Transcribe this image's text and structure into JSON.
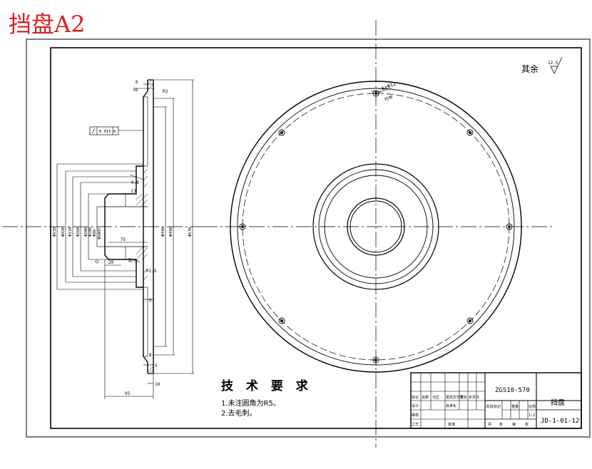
{
  "drawing": {
    "title_overlay": "挡盘A2",
    "roughness_note": "其余",
    "roughness_value": "12.5",
    "tech_requirements": {
      "heading": "技 术 要 求",
      "items": [
        "1.未注圆角为R5。",
        "2.去毛刺。"
      ]
    },
    "title_block": {
      "drawing_code": "ZGS10-570",
      "part_name": "挡盘",
      "drawing_number": "JD-1-01-12",
      "scale": "1:2",
      "header_cells": [
        "标记",
        "处数",
        "分区",
        "更改文件号",
        "签名",
        "年月日"
      ],
      "labels": [
        "设计",
        "标准化",
        "阶段标记",
        "重量",
        "比例",
        "审核",
        "工艺",
        "批准",
        "共",
        "张",
        "第",
        "张"
      ]
    },
    "section_view": {
      "flatness_callout": "0.015 A",
      "dims": {
        "top_width": "6",
        "top_offset": "16",
        "top_fillet": "R3",
        "bore_chamfer": "C1",
        "hub_length": "75",
        "inner_step": "20",
        "hub_angle": "45.5°",
        "right_thk_1": "6",
        "right_thk_2": "8",
        "bottom_thk": "5",
        "bottom_offset": "10",
        "overall_length": "95",
        "small_fillet": "R1.5",
        "fine_mark": "0.8",
        "dia_labels": [
          "Φ530",
          "Φ420",
          "Φ310",
          "Φ260",
          "Φ200",
          "Φ180",
          "Φ80",
          "Φ60H7"
        ],
        "right_dia_labels": [
          "Φ570",
          "Φ490",
          "Φ440"
        ]
      }
    },
    "front_view": {
      "hole_callout": "6×Φ12",
      "hole_note": "均布"
    }
  }
}
